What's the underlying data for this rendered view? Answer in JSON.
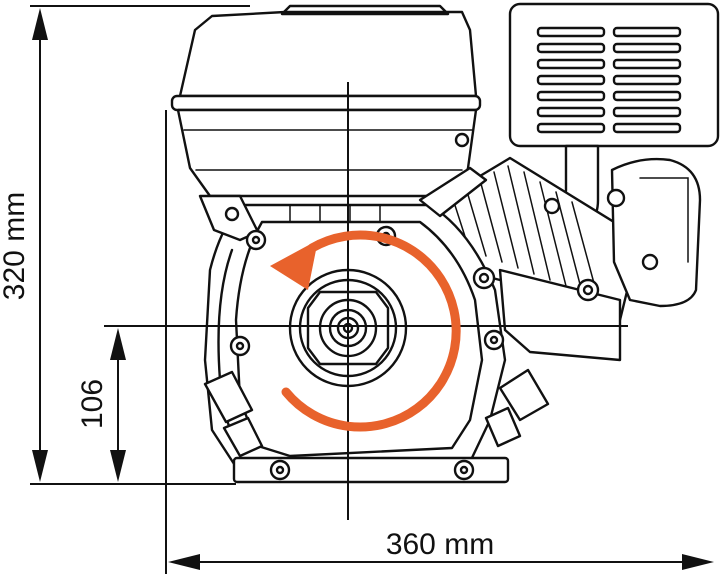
{
  "dimensions": {
    "height": "320 mm",
    "shaft_height": "106",
    "width": "360 mm"
  },
  "colors": {
    "rotation_arrow": "#e8622c",
    "line": "#111111",
    "background": "#ffffff"
  },
  "icons": {
    "rotation": "counter-clockwise-rotation-arrow"
  }
}
